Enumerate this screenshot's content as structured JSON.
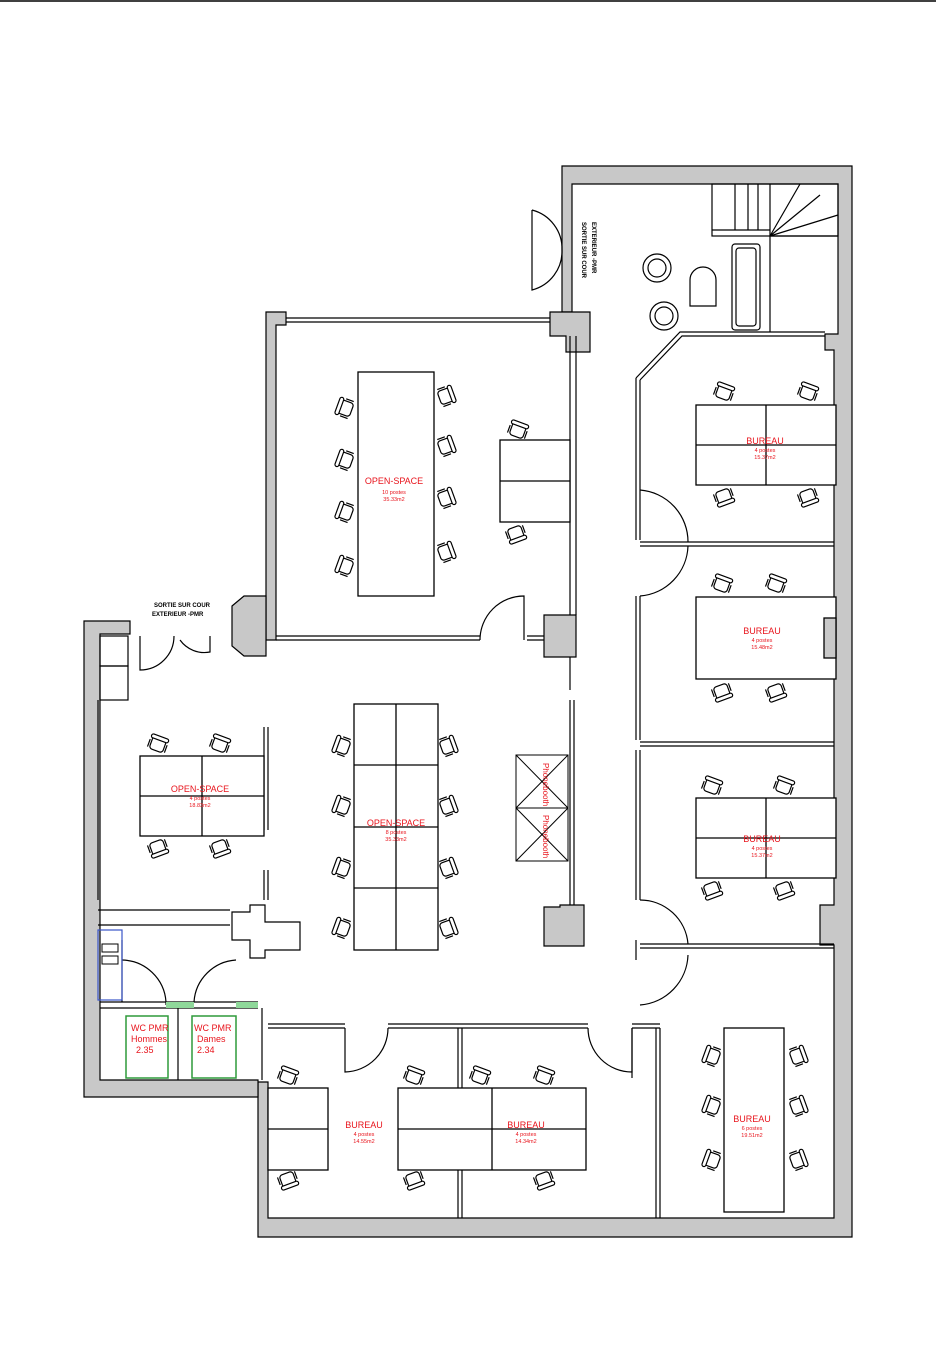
{
  "colors": {
    "wall_fill": "#c8c8c8",
    "line": "#000000",
    "label": "#e8141c",
    "wc_outline": "#2e9a3a",
    "accent_blue": "#3a55c8"
  },
  "exits": {
    "right_top": [
      "SORTIE SUR COUR",
      "EXTERIEUR -PMR"
    ],
    "left": [
      "SORTIE SUR COUR",
      "EXTERIEUR -PMR"
    ]
  },
  "rooms": [
    {
      "id": "open-space-top",
      "name": "OPEN-SPACE",
      "posts": "10 postes",
      "area": "35.33m2"
    },
    {
      "id": "open-space-left",
      "name": "OPEN-SPACE",
      "posts": "4 postes",
      "area": "18.83m2"
    },
    {
      "id": "open-space-center",
      "name": "OPEN-SPACE",
      "posts": "8 postes",
      "area": "35.33m2"
    },
    {
      "id": "bureau-1",
      "name": "BUREAU",
      "posts": "4 postes",
      "area": "15.37m2"
    },
    {
      "id": "bureau-2",
      "name": "BUREAU",
      "posts": "4 postes",
      "area": "15.48m2"
    },
    {
      "id": "bureau-3",
      "name": "BUREAU",
      "posts": "4 postes",
      "area": "15.37m2"
    },
    {
      "id": "bureau-4",
      "name": "BUREAU",
      "posts": "4 postes",
      "area": "14.55m2"
    },
    {
      "id": "bureau-5",
      "name": "BUREAU",
      "posts": "4 postes",
      "area": "14.34m2"
    },
    {
      "id": "bureau-6",
      "name": "BUREAU",
      "posts": "6 postes",
      "area": "19.51m2"
    }
  ],
  "wc": [
    {
      "id": "wc-hommes",
      "lines": [
        "WC PMR",
        "Hommes",
        "2.35"
      ]
    },
    {
      "id": "wc-dames",
      "lines": [
        "WC PMR",
        "Dames",
        "2.34"
      ]
    }
  ],
  "phonebooths": [
    "Phonebooth",
    "Phonebooth"
  ]
}
